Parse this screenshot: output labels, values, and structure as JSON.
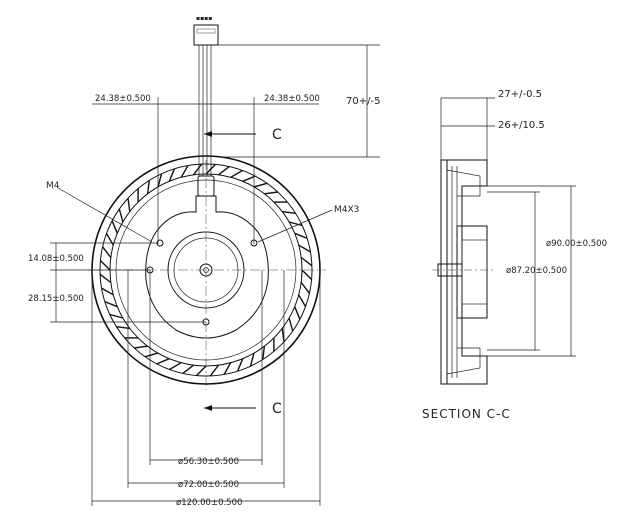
{
  "labels": {
    "connector_tag": "▪▪▪▪",
    "top_left_offset": "24.38±0.500",
    "top_right_offset": "24.38±0.500",
    "cable_length": "70+/-5",
    "section_marker_top": "C",
    "section_marker_bottom": "C",
    "thread_left": "M4",
    "thread_right": "M4X3",
    "left_offset_upper": "14.08±0.500",
    "left_offset_lower": "28.15±0.500",
    "dia_hub": "ø56.30±0.500",
    "dia_mid": "ø72.00±0.500",
    "dia_outer": "ø120.00±0.500",
    "height_total": "27+/-0.5",
    "height_body": "26+/10.5",
    "dia_90": "ø90.00±0.500",
    "dia_87": "ø87.20±0.500",
    "section_title": "SECTION C-C"
  }
}
